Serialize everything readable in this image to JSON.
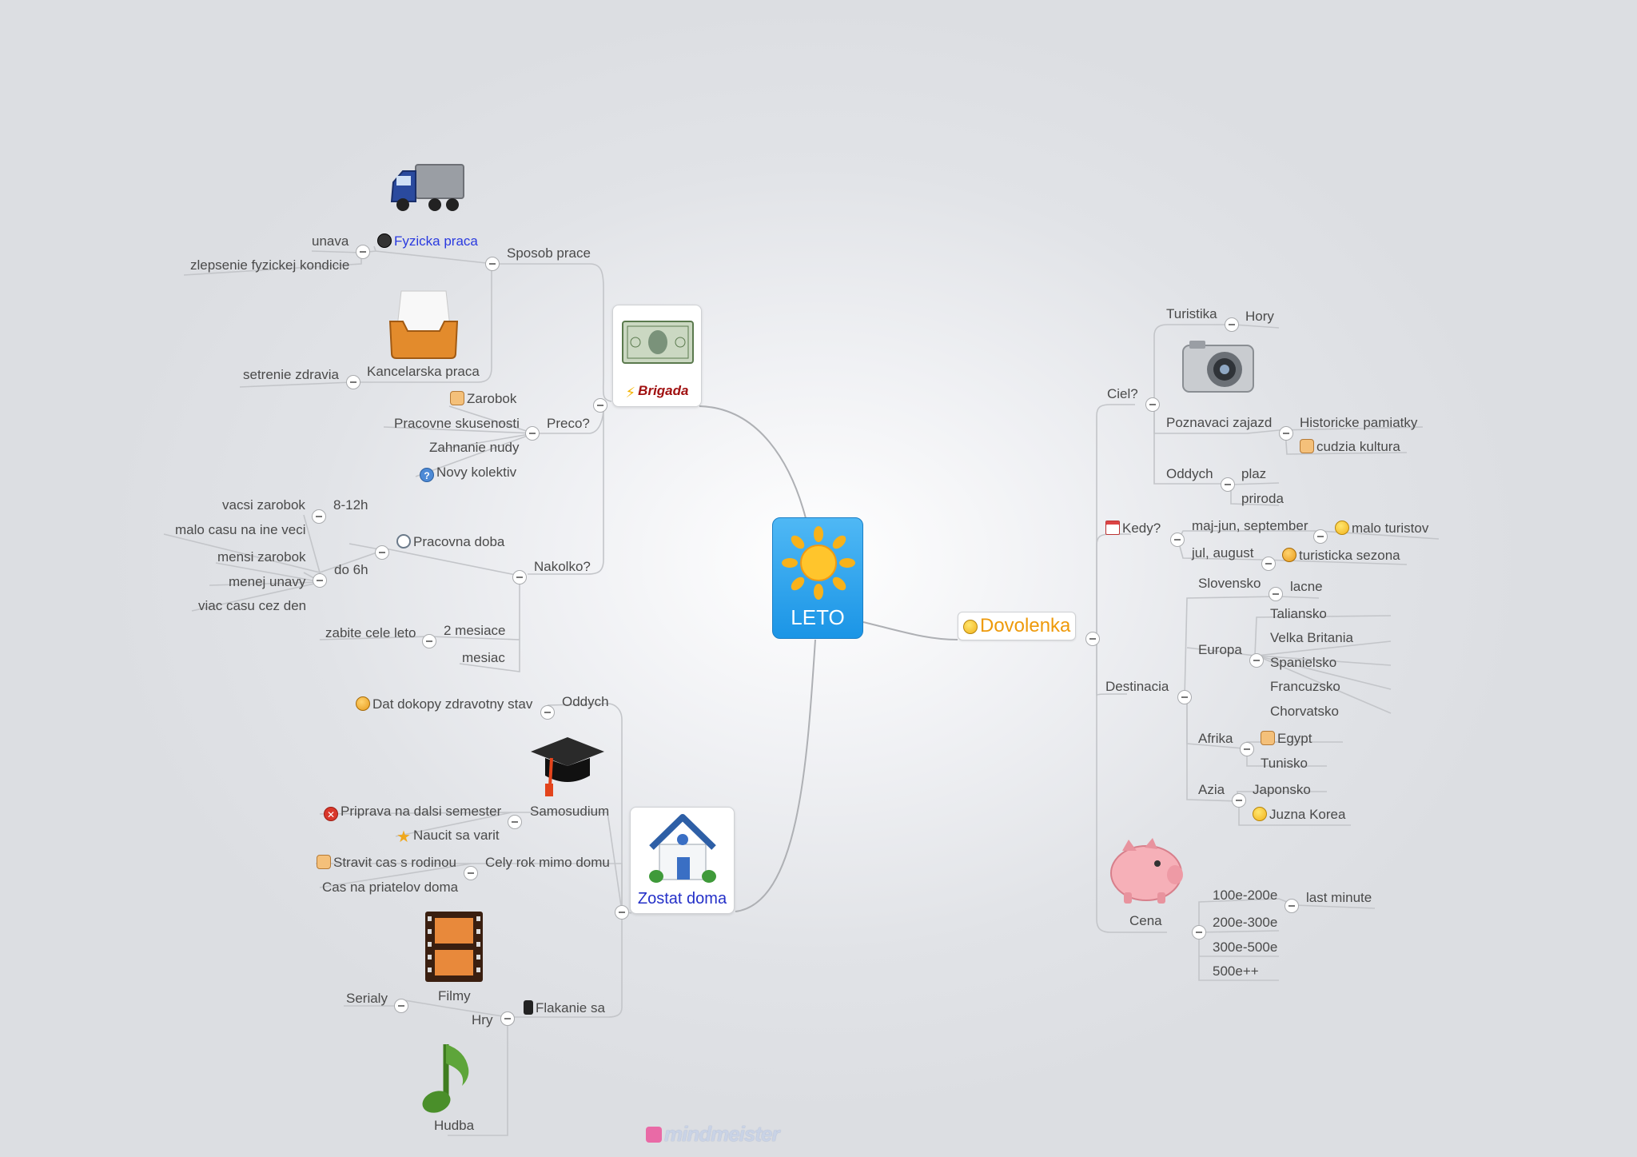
{
  "central": "LETO",
  "colors": {
    "brigada": "#a01010",
    "zostat_doma": "#2430c8",
    "dovolenka": "#ee9a0b",
    "fyzicka_praca": "#2a3adf"
  },
  "icons": [
    "sun-icon",
    "dollar-bill-icon",
    "house-icon",
    "truck-icon",
    "inbox-tray-icon",
    "graduation-cap-icon",
    "film-strip-icon",
    "music-note-icon",
    "camera-icon",
    "piggy-bank-icon"
  ],
  "brigada": {
    "label": "Brigada",
    "sposob_prace": "Sposob prace",
    "fyzicka_praca": "Fyzicka praca",
    "unava": "unava",
    "zlepsenie": "zlepsenie fyzickej kondicie",
    "kancelarska_praca": "Kancelarska praca",
    "setrenie": "setrenie zdravia",
    "preco": "Preco?",
    "zarobok": "Zarobok",
    "pracovne": "Pracovne skusenosti",
    "zahnanie": "Zahnanie nudy",
    "novy": "Novy kolektiv",
    "nakolko": "Nakolko?",
    "pracovna_doba": "Pracovna doba",
    "h812": "8-12h",
    "vacsi": "vacsi zarobok",
    "malo_casu": "malo casu na ine veci",
    "do6h": "do 6h",
    "mensi": "mensi zarobok",
    "menej": "menej unavy",
    "viac": "viac casu cez den",
    "dva_mesiace": "2 mesiace",
    "zabite": "zabite cele leto",
    "mesiac": "mesiac"
  },
  "zostat": {
    "label": "Zostat doma",
    "oddych": "Oddych",
    "dat_dokopy": "Dat dokopy zdravotny stav",
    "samosudium": "Samosudium",
    "priprava": "Priprava na dalsi semester",
    "naucit": "Naucit sa varit",
    "cely_rok": "Cely rok mimo domu",
    "stravit": "Stravit cas s rodinou",
    "cas_na": "Cas na priatelov doma",
    "flakanie": "Flakanie sa",
    "filmy": "Filmy",
    "serialy": "Serialy",
    "hry": "Hry",
    "hudba": "Hudba"
  },
  "dovolenka": {
    "label": "Dovolenka",
    "ciel": "Ciel?",
    "turistika": "Turistika",
    "hory": "Hory",
    "poznavaci": "Poznavaci zajazd",
    "historicke": "Historicke pamiatky",
    "cudzia": "cudzia kultura",
    "oddych": "Oddych",
    "plaz": "plaz",
    "priroda": "priroda",
    "kedy": "Kedy?",
    "majjun": "maj-jun, september",
    "malo_turistov": "malo turistov",
    "julaug": "jul, august",
    "turisticka": "turisticka sezona",
    "destinacia": "Destinacia",
    "slovensko": "Slovensko",
    "lacne": "lacne",
    "europa": "Europa",
    "taliansko": "Taliansko",
    "velka": "Velka Britania",
    "spanielsko": "Spanielsko",
    "francuzsko": "Francuzsko",
    "chorvatsko": "Chorvatsko",
    "afrika": "Afrika",
    "egypt": "Egypt",
    "tunisko": "Tunisko",
    "azia": "Azia",
    "japonsko": "Japonsko",
    "juzna": "Juzna Korea",
    "cena": "Cena",
    "c100": "100e-200e",
    "last": "last minute",
    "c200": "200e-300e",
    "c300": "300e-500e",
    "c500": "500e++"
  },
  "logo": "mindmeister"
}
